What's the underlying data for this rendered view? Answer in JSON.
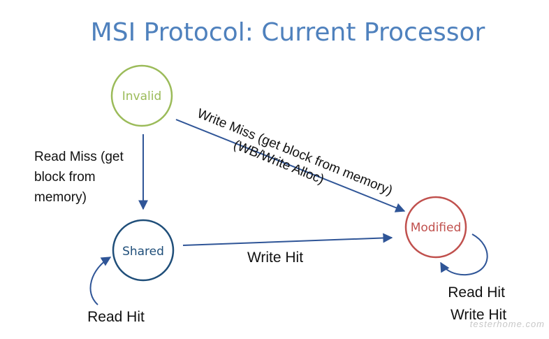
{
  "title": "MSI Protocol: Current Processor",
  "states": {
    "invalid": {
      "label": "Invalid",
      "color": "#9bbb59"
    },
    "shared": {
      "label": "Shared",
      "color": "#1f4e79"
    },
    "modified": {
      "label": "Modified",
      "color": "#c0504d"
    }
  },
  "transitions": {
    "invalid_to_shared": [
      "Read Miss (get",
      "block from",
      "memory)"
    ],
    "invalid_to_modified": [
      "Write Miss (get block from memory)",
      "(WB/Write Alloc)"
    ],
    "shared_to_modified": "Write Hit",
    "shared_self": "Read Hit",
    "modified_self": [
      "Read Hit",
      "Write Hit"
    ]
  },
  "arrow_color": "#2f5597",
  "watermark": "testerhome.com"
}
